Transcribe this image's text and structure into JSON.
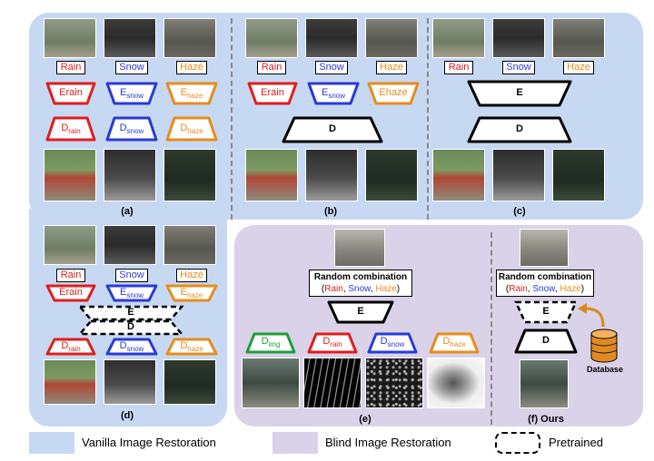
{
  "labels": {
    "rain": "Rain",
    "snow": "Snow",
    "haze": "Haze"
  },
  "enc": {
    "rain": "Erain",
    "snow": "E",
    "snow_sub": "snow",
    "haze": "E",
    "haze_sub": "haze",
    "plain": "E",
    "haze_b": "Ehaze"
  },
  "dec": {
    "rain": "D",
    "rain_sub": "rain",
    "snow": "D",
    "snow_sub": "snow",
    "haze": "D",
    "haze_sub": "haze",
    "plain": "D",
    "img": "D",
    "img_sub": "img"
  },
  "panels": {
    "a": "(a)",
    "b": "(b)",
    "c": "(c)",
    "d": "(d)",
    "e": "(e)",
    "f": "(f) Ours"
  },
  "random": {
    "title": "Random combination",
    "open": "(",
    "rain": "Rain",
    "c1": ", ",
    "snow": "Snow",
    "c2": ", ",
    "haze": "Haze",
    "close": ")"
  },
  "database": "Database",
  "legend": {
    "vanilla": "Vanilla Image Restoration",
    "blind": "Blind Image Restoration",
    "pretrained": "Pretrained"
  },
  "colors": {
    "blue_bg": "#c7d8f3",
    "purple_bg": "#d9d2e8",
    "rain": "#e11d1d",
    "snow": "#2a3ad6",
    "haze": "#e88c1a",
    "img": "#1d9e3a"
  }
}
